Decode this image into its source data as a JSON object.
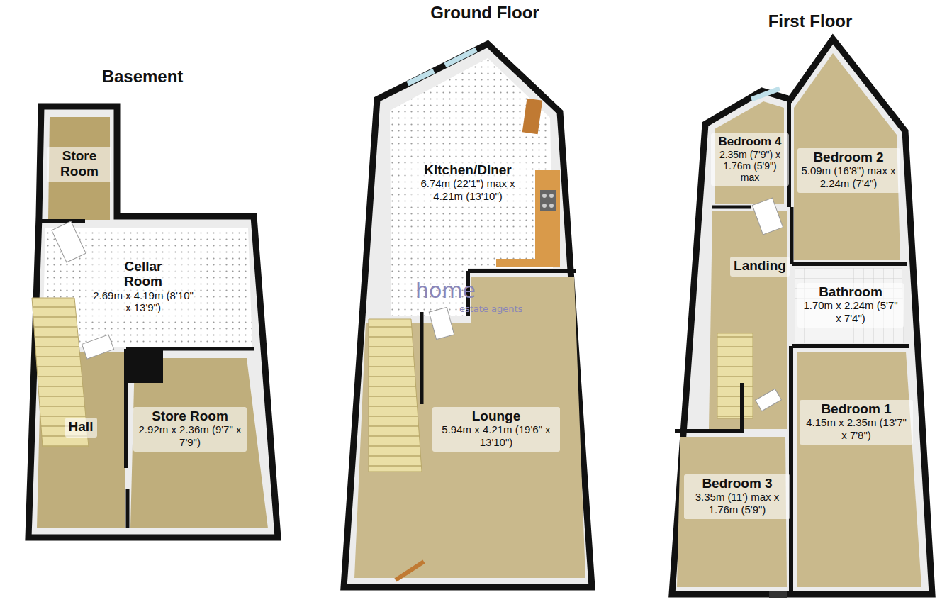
{
  "diagram": {
    "nodes": [
      {
        "text": [
          "Basement"
        ]
      },
      {
        "text": [
          "Store Room"
        ],
        "in": 0
      },
      {
        "text": [
          "Cellar Room",
          "2.69m x 4.19m (8'10\" x 13'9\")"
        ],
        "in": 0
      },
      {
        "text": [
          "Hall"
        ],
        "in": 0
      },
      {
        "text": [
          "Store Room",
          "2.92m x 2.36m (9'7\" x 7'9\")"
        ],
        "in": 0
      },
      {
        "text": [
          "Ground Floor"
        ]
      },
      {
        "text": [
          "Kitchen/Diner",
          "6.74m (22'1\") max x 4.21m (13'10\")"
        ],
        "in": 5
      },
      {
        "text": [
          "Lounge",
          "5.94m x 4.21m (19'6\" x 13'10\")"
        ],
        "in": 5
      },
      {
        "text": [
          "First Floor"
        ]
      },
      {
        "text": [
          "Bedroom 4",
          "2.35m (7'9\") x 1.76m (5'9\") max"
        ],
        "in": 8
      },
      {
        "text": [
          "Bedroom 2",
          "5.09m (16'8\") max x 2.24m (7'4\")"
        ],
        "in": 8
      },
      {
        "text": [
          "Landing"
        ],
        "in": 8
      },
      {
        "text": [
          "Bathroom",
          "1.70m x 2.24m (5'7\" x 7'4\")"
        ],
        "in": 8
      },
      {
        "text": [
          "Bedroom 1",
          "4.15m x 2.35m (13'7\" x 7'8\")"
        ],
        "in": 8
      },
      {
        "text": [
          "Bedroom 3",
          "3.35m (11') max x 1.76m (5'9\")"
        ],
        "in": 8
      }
    ],
    "labels": [
      "home",
      "estate agents"
    ]
  }
}
